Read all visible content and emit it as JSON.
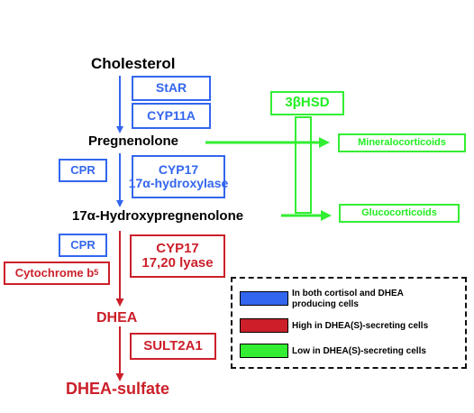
{
  "colors": {
    "blue": "#3366ee",
    "red": "#cc1f2a",
    "green": "#33ee33"
  },
  "metabolites": {
    "cholesterol": "Cholesterol",
    "pregnenolone": "Pregnenolone",
    "hydroxypregnenolone": "17α-Hydroxypregnenolone",
    "dhea": "DHEA",
    "dhea_sulfate": "DHEA-sulfate"
  },
  "enzymes": {
    "star": "StAR",
    "cyp11a": "CYP11A",
    "cpr_1": "CPR",
    "cyp17_hydroxylase_name": "CYP17",
    "cyp17_hydroxylase_activity": "17α-hydroxylase",
    "cpr_2": "CPR",
    "cytochrome_b5": "Cytochrome b",
    "cytochrome_b5_subscript": "5",
    "cyp17_lyase_name": "CYP17",
    "cyp17_lyase_activity": "17,20 lyase",
    "sult2a1": "SULT2A1",
    "hsd3b": "3βHSD"
  },
  "products": {
    "mineralocorticoids": "Mineralocorticoids",
    "glucocorticoids": "Glucocorticoids"
  },
  "legend": {
    "items": [
      {
        "label_line1": "In both cortisol and DHEA",
        "label_line2": "producing cells",
        "color": "#3366ee"
      },
      {
        "label_line1": "High in DHEA(S)-secreting cells",
        "label_line2": "",
        "color": "#cc1f2a"
      },
      {
        "label_line1": "Low in DHEA(S)-secreting cells",
        "label_line2": "",
        "color": "#33ee33"
      }
    ]
  }
}
